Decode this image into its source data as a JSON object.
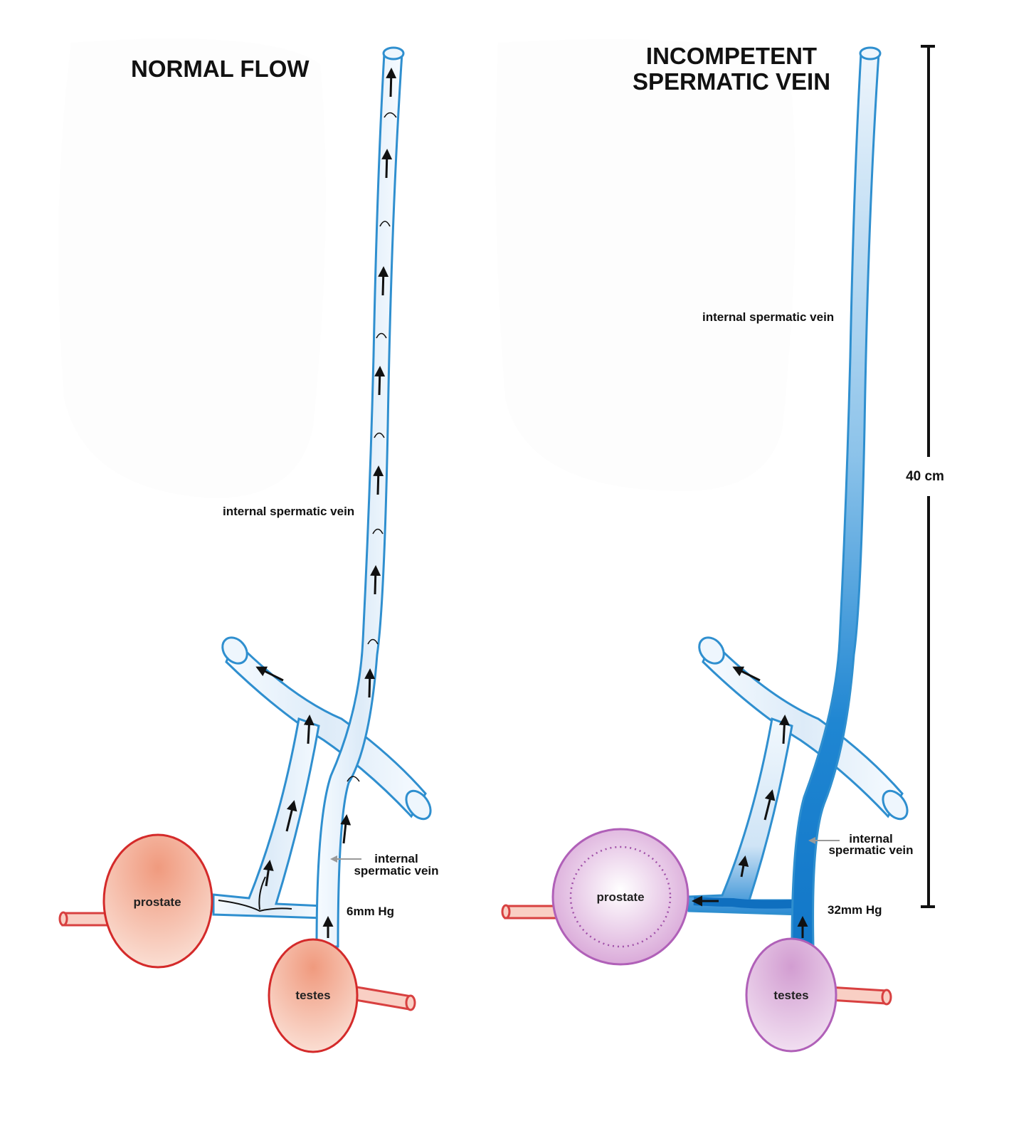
{
  "left_panel": {
    "title": "NORMAL FLOW",
    "vein_label": "internal spermatic vein",
    "pointer_label_line1": "internal",
    "pointer_label_line2": "spermatic vein",
    "pressure": "6mm Hg",
    "prostate_label": "prostate",
    "testes_label": "testes"
  },
  "right_panel": {
    "title_line1": "INCOMPETENT",
    "title_line2": "SPERMATIC VEIN",
    "vein_label": "internal spermatic vein",
    "pointer_label_line1": "internal",
    "pointer_label_line2": "spermatic vein",
    "pressure": "32mm Hg",
    "prostate_label": "prostate",
    "testes_label": "testes",
    "length_label": "40 cm"
  },
  "colors": {
    "vein_outline": "#2f8fcf",
    "vein_fill_light": "#e6f1fb",
    "vein_fill_dark": "#1a82cf",
    "organ_normal_fill": "#f2a488",
    "organ_normal_stroke": "#d42a2a",
    "organ_incompetent_fill": "#d9a9d8",
    "organ_incompetent_stroke": "#b060b8",
    "artery_fill": "#f9cfc4",
    "artery_stroke": "#d84040"
  }
}
